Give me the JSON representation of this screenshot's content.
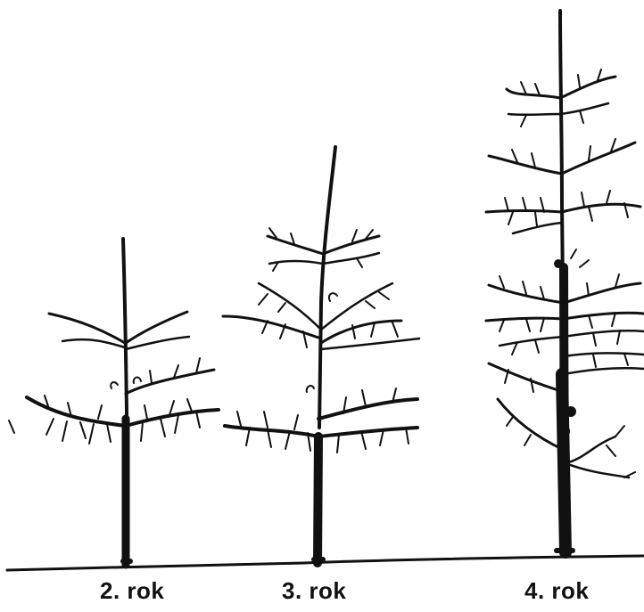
{
  "labels": {
    "year2": "2. rok",
    "year3": "3. rok",
    "year4": "4. rok"
  },
  "colors": {
    "ink": "#111111",
    "background": "#ffffff"
  }
}
